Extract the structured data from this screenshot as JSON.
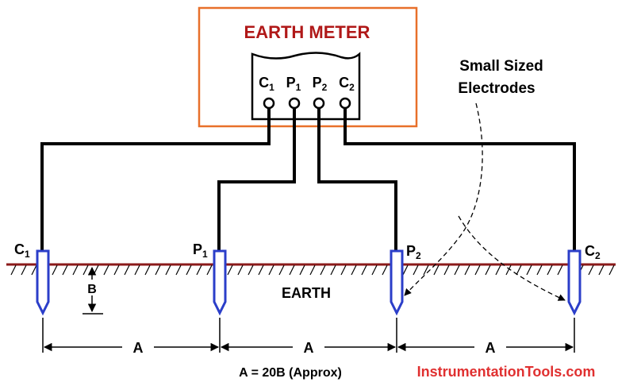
{
  "meter": {
    "title": "EARTH METER",
    "terminals": [
      {
        "main": "C",
        "sub": "1"
      },
      {
        "main": "P",
        "sub": "1"
      },
      {
        "main": "P",
        "sub": "2"
      },
      {
        "main": "C",
        "sub": "2"
      }
    ]
  },
  "electrodes": [
    {
      "main": "C",
      "sub": "1"
    },
    {
      "main": "P",
      "sub": "1"
    },
    {
      "main": "P",
      "sub": "2"
    },
    {
      "main": "C",
      "sub": "2"
    }
  ],
  "earth_label": "EARTH",
  "depth_label": "B",
  "callout": {
    "line1": "Small Sized",
    "line2": "Electrodes"
  },
  "spacing": [
    "A",
    "A",
    "A"
  ],
  "formula": "A = 20B (Approx)",
  "watermark": "InstrumentationTools.com",
  "colors": {
    "box_border": "#e8702a",
    "title": "#b01818",
    "electrode": "#2b3ec9",
    "ground": "#8b1a1a",
    "watermark": "#e03030"
  }
}
